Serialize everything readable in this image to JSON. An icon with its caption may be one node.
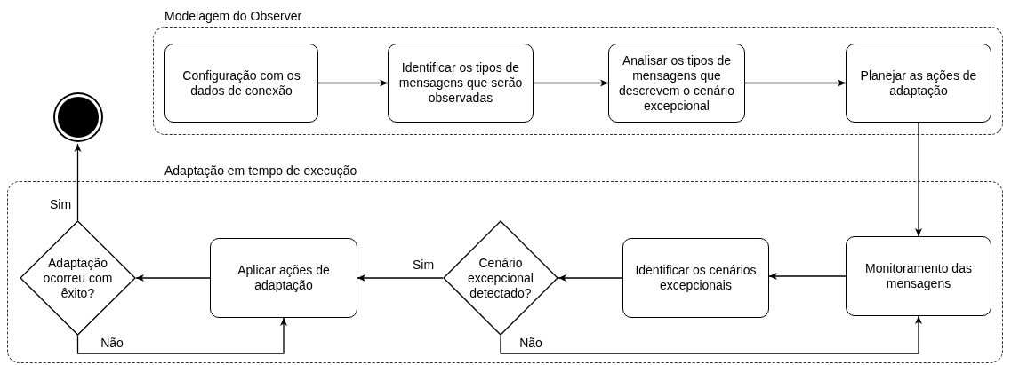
{
  "diagram": {
    "nodes": [
      {
        "text": [
          "Modelagem do Observer"
        ]
      },
      {
        "text": [
          "Configuração com os dados de conexão"
        ],
        "in": 0
      },
      {
        "text": [
          "Identificar os tipos de mensagens que serão observadas"
        ],
        "in": 0
      },
      {
        "text": [
          "Analisar os tipos de mensagens que descrevem o cenário excepcional"
        ],
        "in": 0
      },
      {
        "text": [
          "Planejar as ações de adaptação"
        ],
        "in": 0
      },
      {
        "text": [],
        "shape": "circle"
      },
      {
        "text": [
          "Adaptação em tempo de execução"
        ]
      },
      {
        "text": [
          "Monitoramento das mensagens"
        ],
        "in": 6
      },
      {
        "text": [
          "Identificar os cenários excepcionais"
        ],
        "in": 6
      },
      {
        "text": [
          "Cenário excepcional detectado?"
        ],
        "in": 6
      },
      {
        "text": [
          "Aplicar ações de adaptação"
        ],
        "in": 6
      },
      {
        "text": [
          "Adaptação ocorreu com êxito?"
        ],
        "in": 6
      }
    ],
    "edges": [
      {
        "from": 1,
        "to": 2,
        "arrow": "to"
      },
      {
        "from": 2,
        "to": 3,
        "arrow": "to"
      },
      {
        "from": 3,
        "to": 4,
        "arrow": "to"
      },
      {
        "from": 4,
        "to": 7,
        "arrow": "to"
      },
      {
        "from": 7,
        "to": 8,
        "arrow": "to"
      },
      {
        "from": 8,
        "to": 9,
        "arrow": "to"
      },
      {
        "from": 9,
        "to": 10,
        "arrow": "to",
        "label": "Sim"
      },
      {
        "from": 9,
        "to": 7,
        "arrow": "to",
        "label": "Não"
      },
      {
        "from": 10,
        "to": 11,
        "arrow": "to"
      },
      {
        "from": 11,
        "to": 5,
        "arrow": "to",
        "label": "Sim"
      },
      {
        "from": 11,
        "to": 10,
        "arrow": "to",
        "label": "Não"
      }
    ]
  }
}
